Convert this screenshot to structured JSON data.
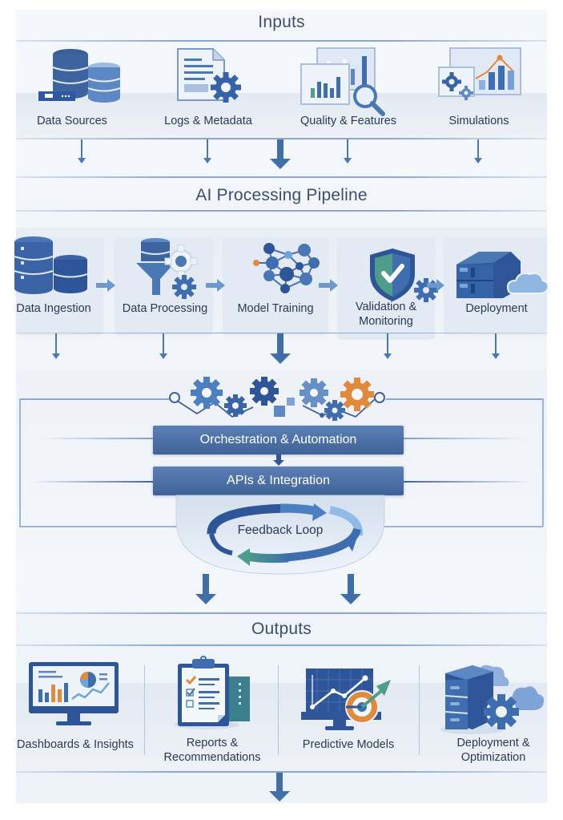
{
  "inputs": {
    "title": "Inputs",
    "items": [
      {
        "label": "Data Sources",
        "icon": "database-icon"
      },
      {
        "label": "Logs & Metadata",
        "icon": "document-gear-icon"
      },
      {
        "label": "Quality & Features",
        "icon": "chart-magnifier-icon"
      },
      {
        "label": "Simulations",
        "icon": "simulation-chart-icon"
      }
    ]
  },
  "pipeline": {
    "title": "AI Processing Pipeline",
    "stages": [
      {
        "label": "Data Ingestion",
        "icon": "database-icon"
      },
      {
        "label": "Data Processing",
        "icon": "funnel-gear-icon"
      },
      {
        "label": "Model Training",
        "icon": "neural-network-icon"
      },
      {
        "label": "Validation &",
        "label2": "Monitoring",
        "icon": "shield-check-icon"
      },
      {
        "label": "Deployment",
        "icon": "server-cloud-icon"
      }
    ]
  },
  "orchestration": {
    "orchestration_label": "Orchestration & Automation",
    "apis_label": "APIs & Integration",
    "feedback_label": "Feedback Loop"
  },
  "outputs": {
    "title": "Outputs",
    "items": [
      {
        "label": "Dashboards & Insights",
        "icon": "dashboard-monitor-icon"
      },
      {
        "label": "Reports &",
        "label2": "Recommendations",
        "icon": "clipboard-checklist-icon"
      },
      {
        "label": "Predictive Models",
        "icon": "target-chart-icon"
      },
      {
        "label": "Deployment &",
        "label2": "Optimization",
        "icon": "server-gear-cloud-icon"
      }
    ]
  },
  "colors": {
    "primary": "#3f6399",
    "accent_orange": "#e08a3c",
    "accent_teal": "#4e9c8a",
    "background": "#f4f7fb"
  }
}
